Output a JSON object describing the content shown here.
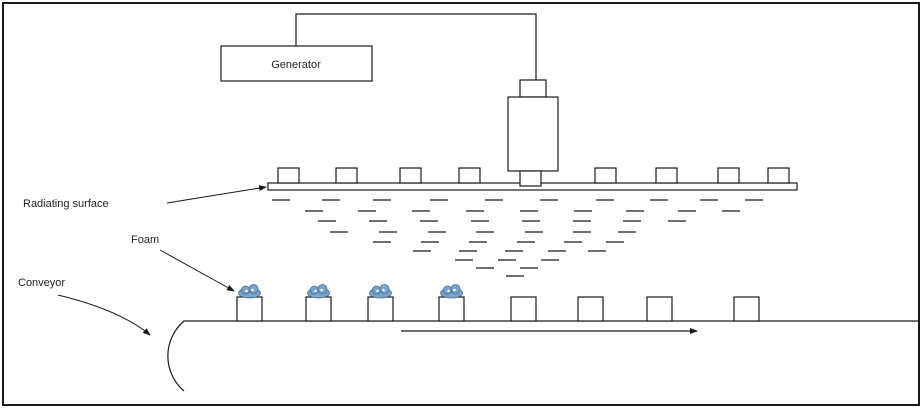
{
  "labels": {
    "generator": "Generator",
    "radiating_surface": "Radiating surface",
    "foam": "Foam",
    "conveyor": "Conveyor"
  },
  "colors": {
    "line": "#1a1a1a",
    "foam": "#7aa4c8",
    "background": "#ffffff"
  }
}
